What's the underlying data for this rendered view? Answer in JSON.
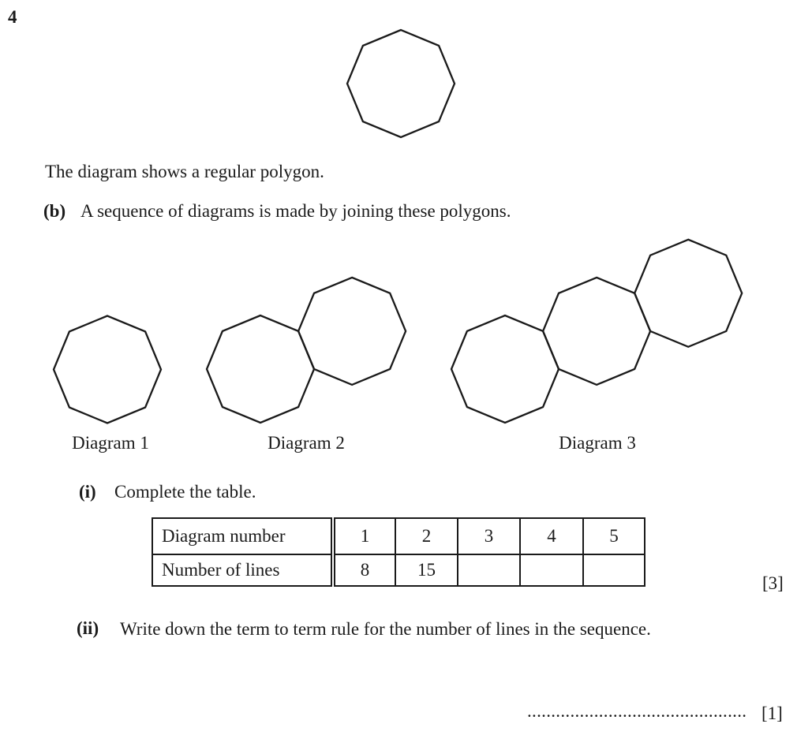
{
  "question_number": "4",
  "intro_text": "The diagram shows a regular polygon.",
  "part_b": {
    "label": "(b)",
    "text": "A sequence of diagrams is made by joining these polygons."
  },
  "diagrams": [
    {
      "label": "Diagram 1",
      "octagons": 1
    },
    {
      "label": "Diagram 2",
      "octagons": 2
    },
    {
      "label": "Diagram 3",
      "octagons": 3
    }
  ],
  "part_i": {
    "label": "(i)",
    "text": "Complete the table.",
    "marks": "[3]"
  },
  "table": {
    "rows": [
      {
        "header": "Diagram number",
        "cells": [
          "1",
          "2",
          "3",
          "4",
          "5"
        ]
      },
      {
        "header": "Number of lines",
        "cells": [
          "8",
          "15",
          "",
          "",
          ""
        ]
      }
    ]
  },
  "part_ii": {
    "label": "(ii)",
    "text": "Write down the term to term rule for the number of lines in the sequence.",
    "answer_dots": "..............................................",
    "marks": "[1]"
  },
  "colors": {
    "ink": "#1a1a1a",
    "background": "#ffffff"
  }
}
